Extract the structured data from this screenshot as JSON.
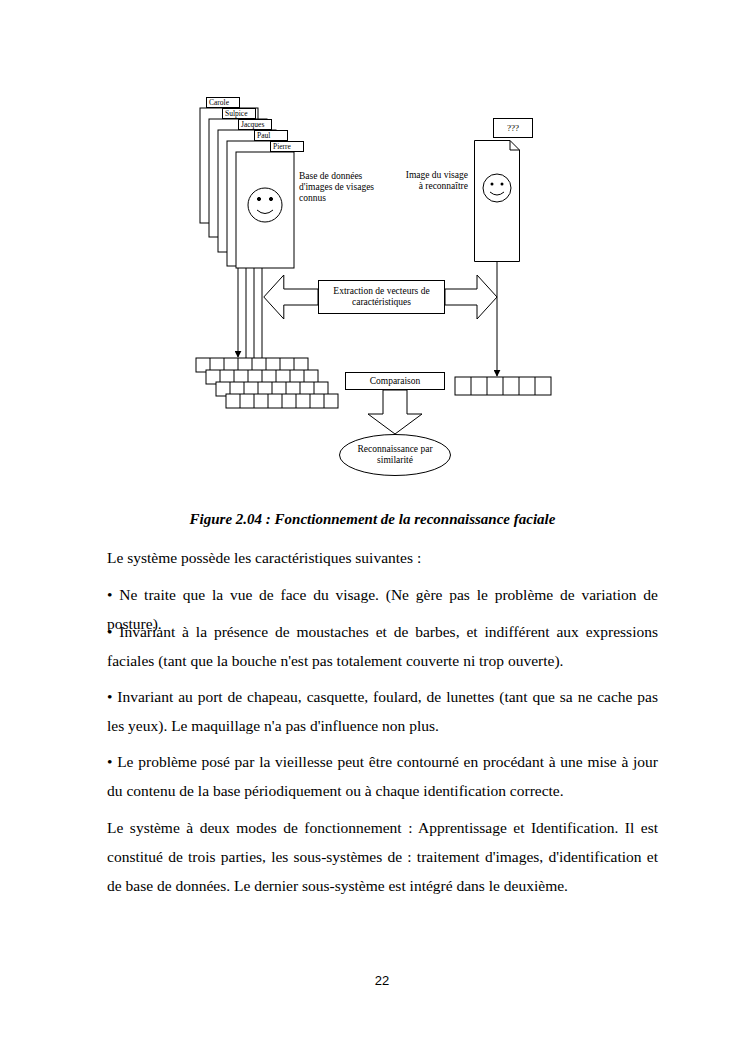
{
  "diagram": {
    "caption": "Figure 2.04 : Fonctionnement de la reconnaissance faciale",
    "nodes": [
      {
        "text": [
          "Base de données d'images de visages connus"
        ]
      },
      {
        "text": [
          "Image du visage à reconnaître"
        ]
      },
      {
        "text": [
          "Extraction de vecteurs de caractéristiques"
        ]
      },
      {
        "text": [
          "Comparaison"
        ]
      },
      {
        "text": [
          "Reconnaissance par similarité"
        ]
      }
    ],
    "edges": [
      {
        "from": 2,
        "to": 0,
        "arrow": "to"
      },
      {
        "from": 2,
        "to": 1,
        "arrow": "to"
      },
      {
        "from": 3,
        "to": 4,
        "arrow": "to"
      }
    ],
    "labels": [
      "Carole",
      "Sulpice",
      "Jacques",
      "Paul",
      "Pierre",
      "???",
      "Le système possède les caractéristiques suivantes :",
      "• Ne traite que la vue de face du visage. (Ne gère pas le problème de variation de posture).",
      "• Invariant à la présence de moustaches et de barbes, et indifférent aux expressions faciales (tant que la bouche n'est pas totalement couverte ni trop ouverte).",
      "• Invariant au port de chapeau, casquette, foulard, de lunettes (tant que sa ne cache pas les yeux). Le maquillage n'a pas d'influence non plus.",
      "• Le problème posé par la vieillesse peut être contourné en procédant à une mise à jour du contenu de la base périodiquement ou à chaque identification correcte.",
      "Le système à deux modes de fonctionnement : Apprentissage et Identification. Il est constitué de trois parties, les sous-systèmes de : traitement d'images, d'identification et de base de données. Le dernier sous-système est intégré dans le deuxième.",
      "22"
    ]
  }
}
